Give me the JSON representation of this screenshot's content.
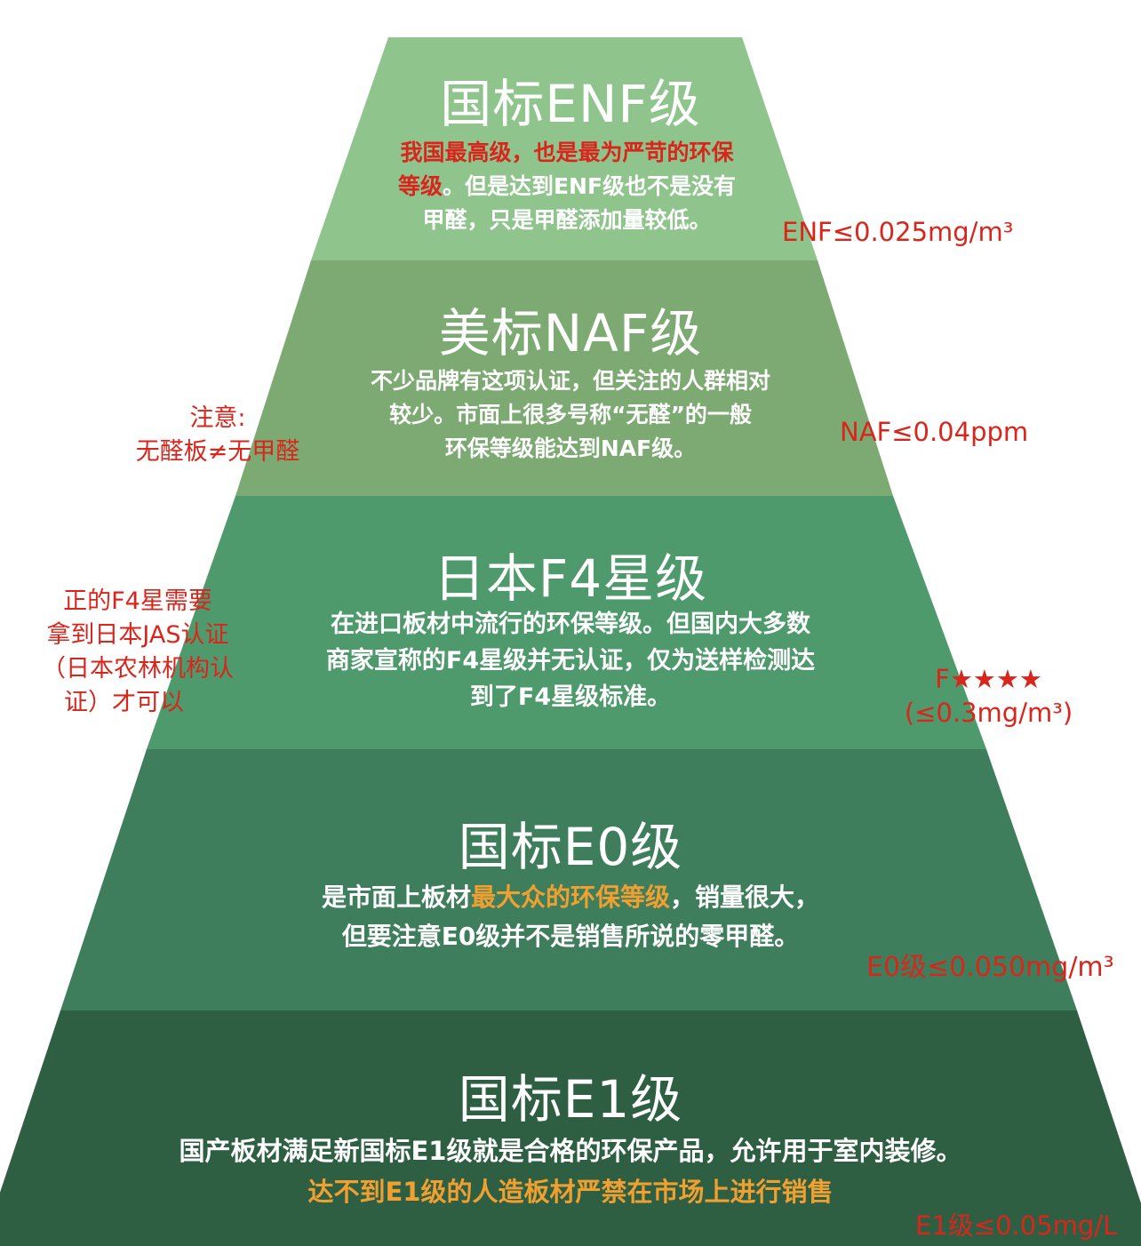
{
  "colors": {
    "layer1": "#8fc48d",
    "layer2": "#7caa72",
    "layer3": "#4f9a6d",
    "layer4": "#3f7e5d",
    "layer5": "#2e5f43",
    "accent_red": "#d9261c",
    "accent_orange": "#f0a030"
  },
  "layers": [
    {
      "title": "国标ENF级",
      "desc_red": "我国最高级，也是最为严苛的环保",
      "desc_red2": "等级",
      "desc_rest": "。但是达到ENF级也不是没有",
      "desc_line3": "甲醛，只是甲醛添加量较低。",
      "limit": "ENF≤0.025mg/m³"
    },
    {
      "title": "美标NAF级",
      "desc_line1": "不少品牌有这项认证，但关注的人群相对",
      "desc_line2": "较少。市面上很多号称“无醛”的一般",
      "desc_line3": "环保等级能达到NAF级。",
      "limit": "NAF≤0.04ppm",
      "note_line1": "注意:",
      "note_line2": "无醛板≠无甲醛"
    },
    {
      "title": "日本F4星级",
      "desc_line1": "在进口板材中流行的环保等级。但国内大多数",
      "desc_line2": "商家宣称的F4星级并无认证，仅为送样检测达",
      "desc_line3": "到了F4星级标准。",
      "limit_line1": "F★★★★",
      "limit_line2": "(≤0.3mg/m³)",
      "note_line1": "正的F4星需要",
      "note_line2": "拿到日本JAS认证",
      "note_line3": "（日本农林机构认",
      "note_line4": "证）才可以"
    },
    {
      "title": "国标E0级",
      "desc_pre": "是市面上板材",
      "desc_highlight": "最大众的环保等级",
      "desc_post": "，销量很大，",
      "desc_line2": "但要注意E0级并不是销售所说的零甲醛。",
      "limit": "E0级≤0.050mg/m³"
    },
    {
      "title": "国标E1级",
      "desc_line1": "国产板材满足新国标E1级就是合格的环保产品，允许用于室内装修。",
      "desc_line2": "达不到E1级的人造板材严禁在市场上进行销售",
      "limit": "E1级≤0.05mg/L"
    }
  ]
}
